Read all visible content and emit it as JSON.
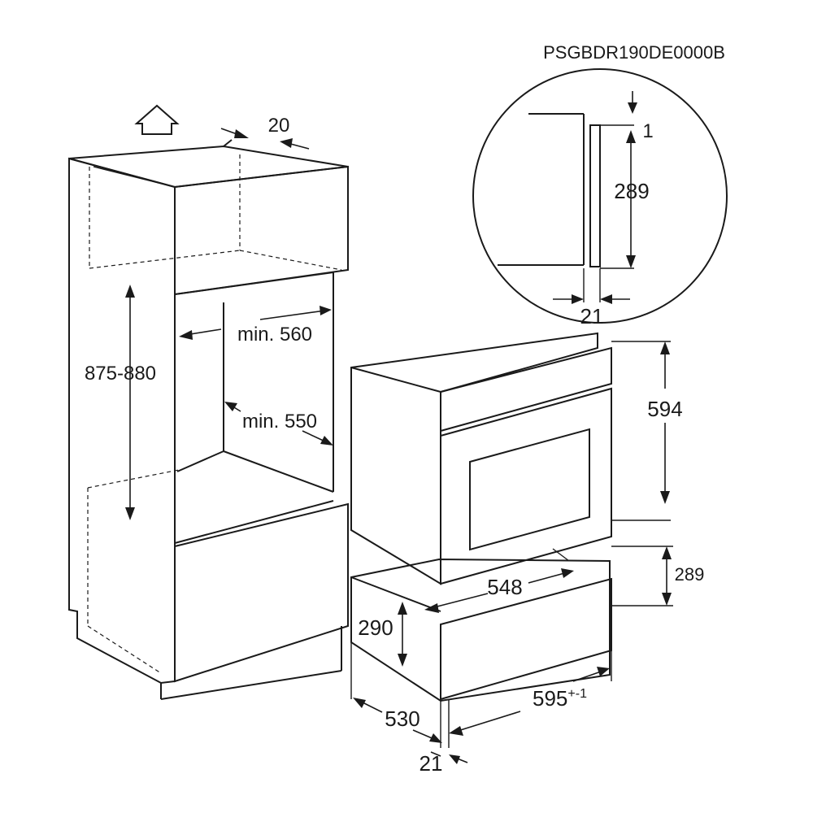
{
  "model_code": "PSGBDR190DE0000B",
  "dimensions": {
    "top_gap": "20",
    "cabinet_height": "875-880",
    "min_width": "min. 560",
    "min_depth": "min. 550",
    "detail_gap_top": "1",
    "detail_height": "289",
    "detail_thickness": "21",
    "oven_height": "594",
    "drawer_height_right": "289",
    "drawer_inner_width": "548",
    "drawer_height_left": "290",
    "drawer_depth": "530",
    "drawer_width": "595",
    "drawer_width_tolerance": "+-1",
    "front_thickness": "21"
  }
}
